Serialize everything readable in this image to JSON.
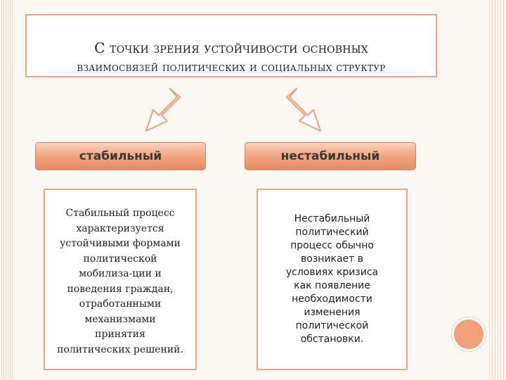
{
  "title": {
    "line1": "С точки зрения устойчивости основных",
    "line2": "взаимосвязей политических и социальных структур"
  },
  "branches": [
    {
      "label": "стабильный",
      "description_lines": [
        "Стабильный процесс",
        "характеризуется",
        "устойчивыми формами",
        "политической",
        "мобилиза-ции и",
        "поведения граждан,",
        "отработанными",
        "механизмами",
        "принятия",
        "политических решений."
      ]
    },
    {
      "label": "нестабильный",
      "description_lines": [
        "Нестабильный",
        "политический",
        "процесс обычно",
        "возникает в",
        "условиях кризиса",
        "как появление",
        "необходимости",
        "изменения",
        "политической",
        "обстановки."
      ]
    }
  ],
  "colors": {
    "accent": "#eda581",
    "pill_fill": "#f3a985",
    "circle": "#f2a07a"
  }
}
